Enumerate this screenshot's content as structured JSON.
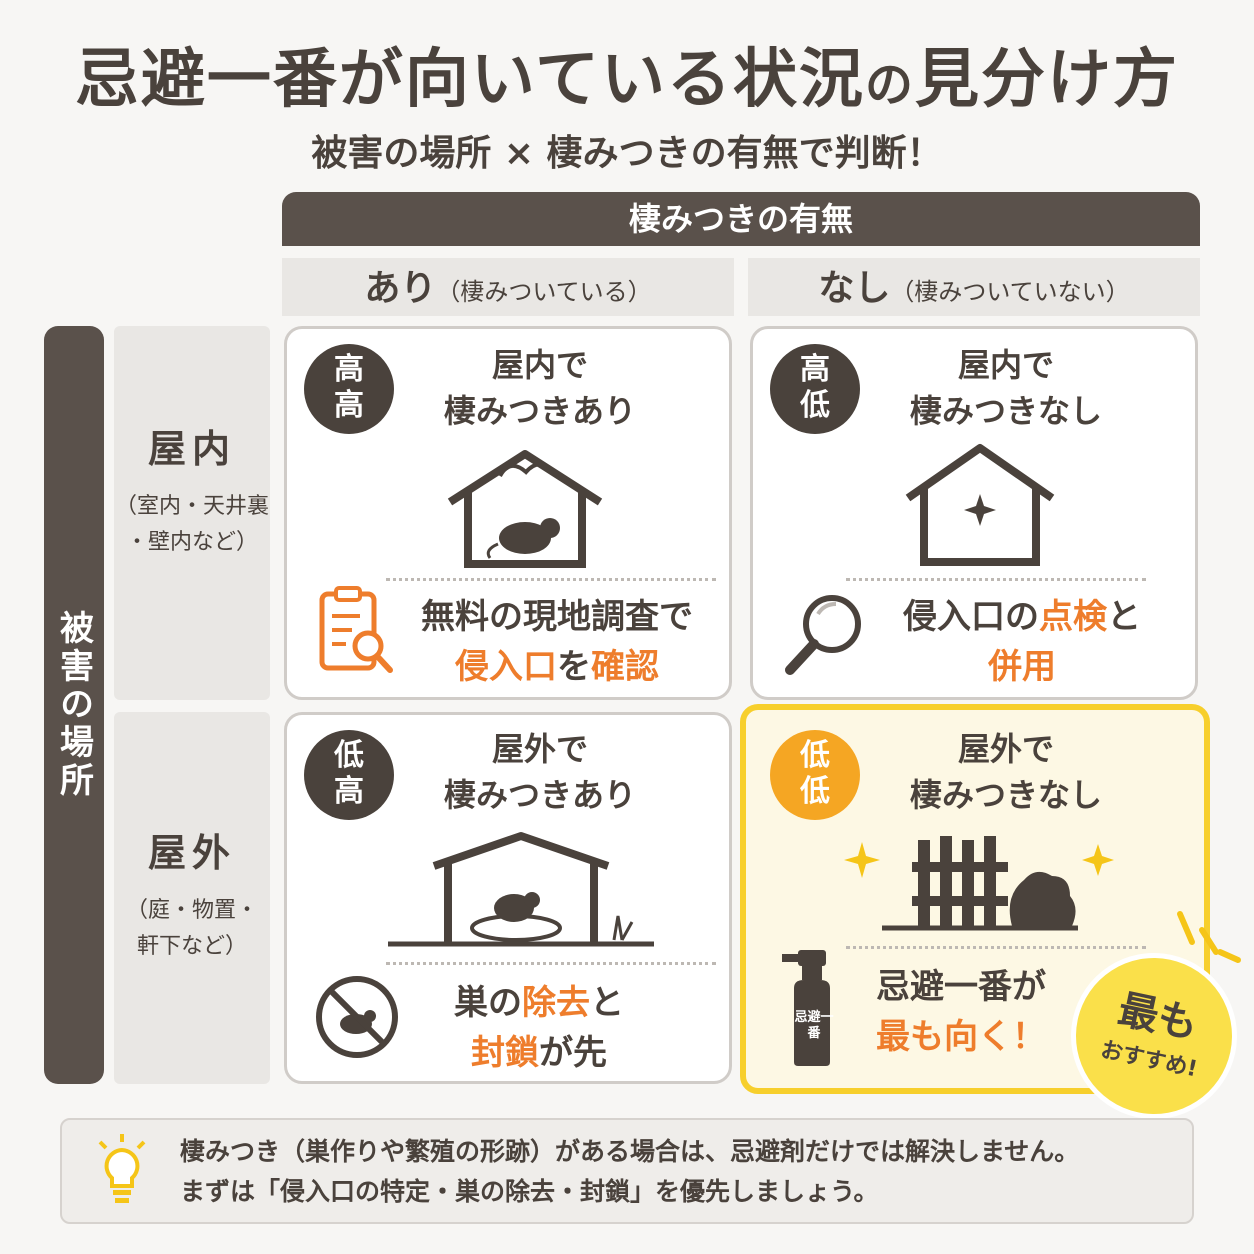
{
  "title": {
    "part1": "忌避一番が向いている状況",
    "part2": "の",
    "part3": "見分け方"
  },
  "subtitle": "被害の場所 × 棲みつきの有無で判断！",
  "column_header": "棲みつきの有無",
  "columns": [
    {
      "label": "あり",
      "note": "（棲みついている）"
    },
    {
      "label": "なし",
      "note": "（棲みついていない）"
    }
  ],
  "row_header": "被害の場所",
  "rows": [
    {
      "label": "屋内",
      "note_line1": "（室内・天井裏",
      "note_line2": "・壁内など）"
    },
    {
      "label": "屋外",
      "note_line1": "（庭・物置・",
      "note_line2": "軒下など）"
    }
  ],
  "cards": [
    {
      "badge_top": "高",
      "badge_bottom": "高",
      "title_line1": "屋内で",
      "title_line2": "棲みつきあり",
      "action_line1": "無料の現地調査で",
      "action_a": "侵入口",
      "action_b": "を",
      "action_c": "確認"
    },
    {
      "badge_top": "高",
      "badge_bottom": "低",
      "title_line1": "屋内で",
      "title_line2": "棲みつきなし",
      "action_line1_a": "侵入口の",
      "action_line1_b": "点検",
      "action_line1_c": "と",
      "action_line2": "併用"
    },
    {
      "badge_top": "低",
      "badge_bottom": "高",
      "title_line1": "屋外で",
      "title_line2": "棲みつきあり",
      "action_line1_a": "巣の",
      "action_line1_b": "除去",
      "action_line1_c": "と",
      "action_line2_a": "封鎖",
      "action_line2_b": "が先"
    },
    {
      "badge_top": "低",
      "badge_bottom": "低",
      "title_line1": "屋外で",
      "title_line2": "棲みつきなし",
      "action_line1": "忌避一番が",
      "action_line2": "最も向く！",
      "bottle_label": "忌避一番"
    }
  ],
  "burst": {
    "line1": "最も",
    "line2": "おすすめ!"
  },
  "footer": {
    "line1": "棲みつき（巣作りや繁殖の形跡）がある場合は、忌避剤だけでは解決しません。",
    "line2": "まずは「侵入口の特定・巣の除去・封鎖」を優先しましょう。"
  },
  "icons": [
    "house-rat-icon",
    "clipboard-search-icon",
    "house-sparkle-icon",
    "magnifier-icon",
    "shed-nest-rat-icon",
    "no-rat-icon",
    "fence-bush-icon",
    "spray-bottle-icon",
    "lightbulb-icon"
  ],
  "colors": {
    "dark": "#4a423c",
    "accent_orange": "#ee7d2c",
    "badge_orange": "#f5a623",
    "highlight_yellow": "#f7cf2c"
  }
}
